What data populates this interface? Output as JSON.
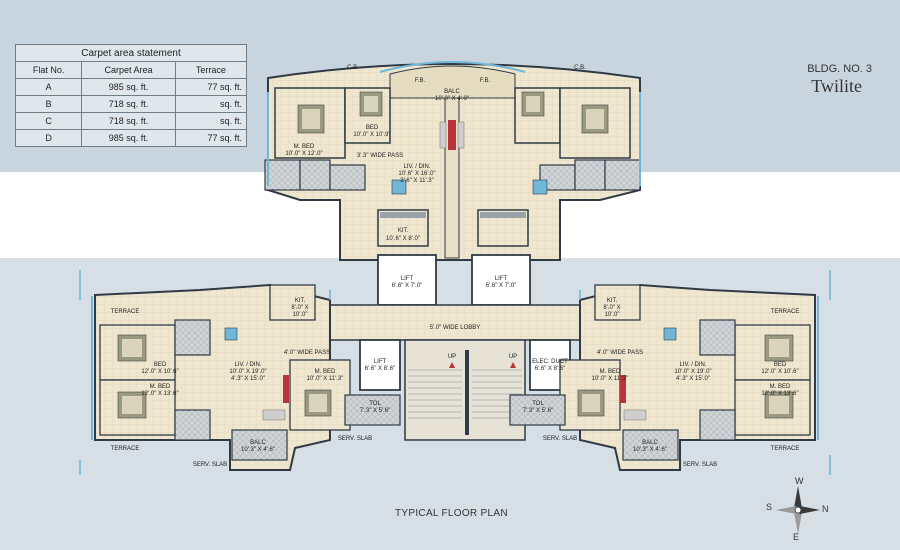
{
  "carpet": {
    "title": "Carpet area statement",
    "headers": [
      "Flat No.",
      "Carpet Area",
      "Terrace"
    ],
    "rows": [
      [
        "A",
        "985 sq. ft.",
        "77 sq. ft."
      ],
      [
        "B",
        "718 sq. ft.",
        "sq. ft."
      ],
      [
        "C",
        "718 sq. ft.",
        "sq. ft."
      ],
      [
        "D",
        "985 sq. ft.",
        "77 sq. ft."
      ]
    ]
  },
  "building": {
    "number": "BLDG. NO. 3",
    "name": "Twilite"
  },
  "plan_title": "TYPICAL FLOOR PLAN",
  "compass": {
    "n": "N",
    "s": "S",
    "e": "E",
    "w": "W"
  },
  "rooms": {
    "balc_top": "BALC",
    "balc_top_dim": "10'.0\" X 4'.0\"",
    "bed_top": "BED",
    "bed_top_dim": "10'.0\" X 10'.9\"",
    "mbed_top": "M. BED",
    "mbed_top_dim": "10'.0\" X 12'.0\"",
    "pass_top": "3'.3\" WIDE PASS",
    "liv_top": "LIV. / DIN.",
    "liv_top_dim1": "10'.6\" X 16'.0\"",
    "liv_top_dim2": "3'.6\" X 11'.3\"",
    "kit_top": "KIT.",
    "kit_top_dim": "10'.6\" X 8'.0\"",
    "lift_top": "LIFT",
    "lift_dim": "6'.6\" X 7'.0\"",
    "lobby": "5'.0\" WIDE LOBBY",
    "lift_mid": "LIFT",
    "lift_mid_dim": "6'.6\" X 8'.6\"",
    "duct": "ELEC. DUCT",
    "duct_dim": "6'.6\" X 8'.6\"",
    "up": "UP",
    "pass_bot": "4'.0\" WIDE PASS",
    "kit_bot": "KIT.",
    "kit_bot_dim1": "8'.0\" X",
    "kit_bot_dim2": "10'.0\"",
    "liv_bot": "LIV. / DIN.",
    "liv_bot_dim1": "10'.0\" X 19'.0\"",
    "liv_bot_dim2": "4'.3\" X 15'.0\"",
    "mbed_bot": "M. BED",
    "mbed_bot_dim": "10'.0\" X 11'.3\"",
    "bed_bot": "BED",
    "bed_bot_dim": "12'.0\" X 10'.6\"",
    "mbed_edge": "M. BED",
    "mbed_edge_dim": "12'.0\" X 13'.6\"",
    "balc_bot": "BALC",
    "balc_bot_dim": "10'.3\" X 4'.6\"",
    "tol": "TOL",
    "tol_dim": "7'.3\" X 5'.6\"",
    "terrace": "TERRACE",
    "serv_slab": "SERV. SLAB",
    "fb": "F.B.",
    "cb": "C.B."
  },
  "colors": {
    "wall": "#2f3a44",
    "room": "#efe6cf",
    "wet": "#cfd3d6",
    "glass": "#6fb6d8",
    "accent": "#b8343a"
  }
}
